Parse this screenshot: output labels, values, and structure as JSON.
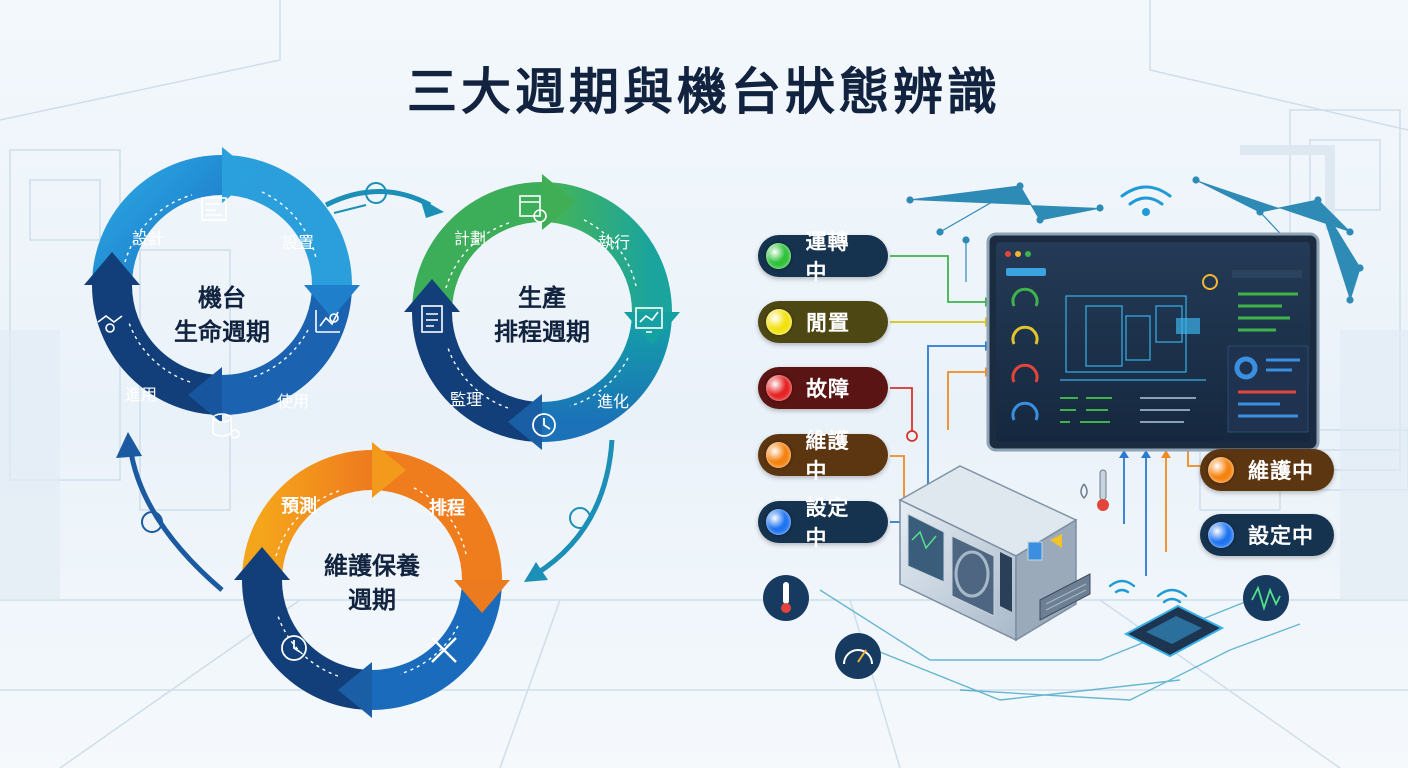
{
  "title": "三大週期與機台狀態辨識",
  "cycles": [
    {
      "name_lines": [
        "機台",
        "生命週期"
      ],
      "stages": [
        "設計",
        "設置",
        "使用",
        "進用"
      ],
      "colors": {
        "light": "#2ba6e0",
        "dark": "#123f7a"
      }
    },
    {
      "name_lines": [
        "生產",
        "排程週期"
      ],
      "stages": [
        "計劃",
        "執行",
        "進化",
        "監理"
      ],
      "colors": {
        "light": "#3fb36a",
        "mid": "#159a9c",
        "dark": "#123f7a"
      }
    },
    {
      "name_lines": [
        "維護保養",
        "週期"
      ],
      "stages": [
        "預測",
        "排程"
      ],
      "colors": {
        "light": "#f39a1e",
        "dark": "#123f7a"
      }
    }
  ],
  "status_left": [
    {
      "label": "運轉中",
      "color": "#2fc23a",
      "bg": "#15324f"
    },
    {
      "label": "閒置",
      "color": "#f2e10f",
      "bg": "#4d4713"
    },
    {
      "label": "故障",
      "color": "#e52323",
      "bg": "#5a1414"
    },
    {
      "label": "維護中",
      "color": "#f5830f",
      "bg": "#5c3511"
    },
    {
      "label": "設定中",
      "color": "#1e74f0",
      "bg": "#15324f"
    }
  ],
  "status_right": [
    {
      "label": "維護中",
      "color": "#f5830f",
      "bg": "#5c3511"
    },
    {
      "label": "設定中",
      "color": "#1e74f0",
      "bg": "#15324f"
    }
  ],
  "icons": [
    "blueprint-icon",
    "gear-chart-icon",
    "database-gear-icon",
    "handshake-icon",
    "calendar-clock-icon",
    "monitor-chart-icon",
    "clock-icon",
    "clipboard-icon",
    "wrench-screwdriver-icon",
    "clock-gear-icon",
    "wifi-icon",
    "thermometer-icon",
    "gauge-icon",
    "chip-icon",
    "vibration-icon"
  ]
}
